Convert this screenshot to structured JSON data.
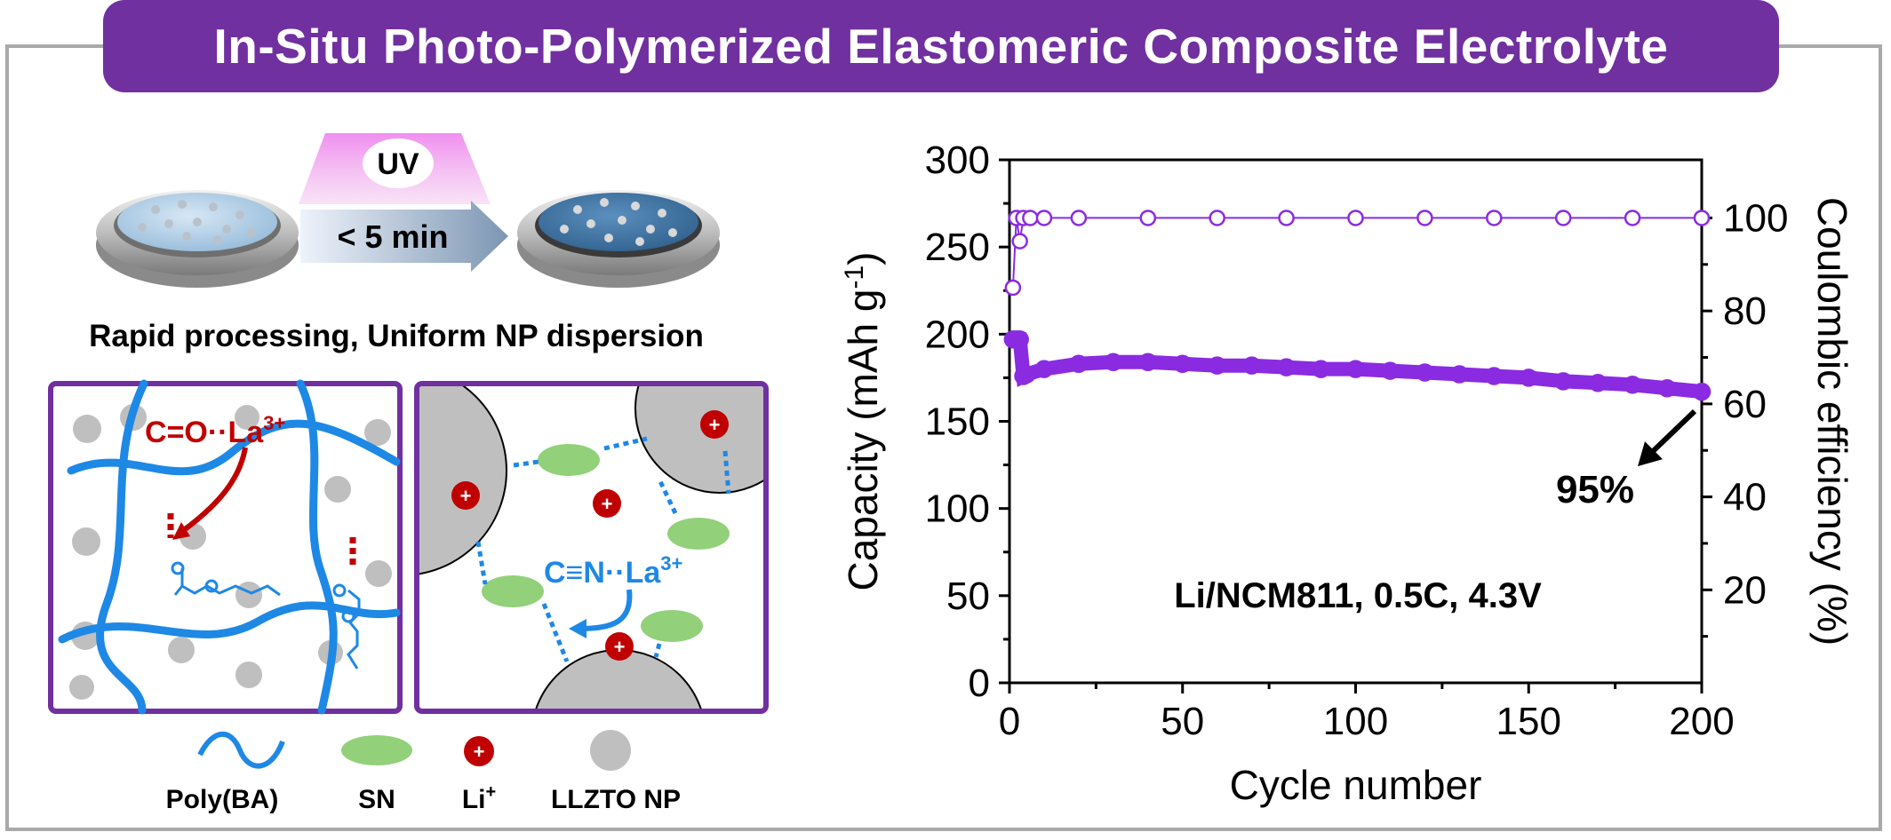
{
  "title": "In-Situ Photo-Polymerized Elastomeric Composite Electrolyte",
  "colors": {
    "accent_purple": "#7030a0",
    "polymer_blue": "#1e88e5",
    "sn_green": "#92d07a",
    "li_red": "#c00000",
    "llzto_gray": "#bfbfbf",
    "data_purple": "#8a2be2"
  },
  "process": {
    "uv_label": "UV",
    "time_label": "< 5 min",
    "caption": "Rapid processing, Uniform NP dispersion"
  },
  "panels": {
    "left_annotation": "C=O··La",
    "left_sup": "3+",
    "right_annotation": "C≡N··La",
    "right_sup": "3+",
    "plus_sign": "+"
  },
  "legend": {
    "poly": "Poly(BA)",
    "sn": "SN",
    "li": "Li",
    "li_sup": "+",
    "llzto": "LLZTO NP"
  },
  "chart_data": {
    "type": "scatter",
    "xlabel": "Cycle number",
    "ylabel_left": "Capacity (mAh g",
    "ylabel_left_sup": "-1",
    "ylabel_left_end": ")",
    "ylabel_right": "Coulombic efficiency (%)",
    "xlim": [
      0,
      200
    ],
    "ylim_left": [
      0,
      300
    ],
    "ylim_right": [
      0,
      112.5
    ],
    "x_ticks": [
      "0",
      "50",
      "100",
      "150",
      "200"
    ],
    "y_left_ticks": [
      "0",
      "50",
      "100",
      "150",
      "200",
      "250",
      "300"
    ],
    "y_right_ticks": [
      "20",
      "40",
      "60",
      "80",
      "100"
    ],
    "annotation": "Li/NCM811, 0.5C, 4.3V",
    "retention_label": "95%",
    "series": [
      {
        "axis": "left",
        "marker": "filled",
        "x": [
          1,
          2,
          3,
          4,
          5,
          10,
          20,
          30,
          40,
          50,
          60,
          70,
          80,
          90,
          100,
          110,
          120,
          130,
          140,
          150,
          160,
          170,
          180,
          190,
          200
        ],
        "y": [
          197,
          197,
          197,
          176,
          177,
          180,
          183,
          184,
          184,
          183,
          182,
          182,
          181,
          180,
          180,
          179,
          178,
          177,
          176,
          175,
          173,
          172,
          171,
          169,
          167
        ]
      },
      {
        "axis": "right",
        "marker": "open",
        "x": [
          1,
          2,
          3,
          4,
          6,
          10,
          20,
          40,
          60,
          80,
          100,
          120,
          140,
          160,
          180,
          200
        ],
        "y": [
          85,
          100,
          95,
          100,
          100,
          100,
          100,
          100,
          100,
          100,
          100,
          100,
          100,
          100,
          100,
          100
        ]
      }
    ]
  }
}
